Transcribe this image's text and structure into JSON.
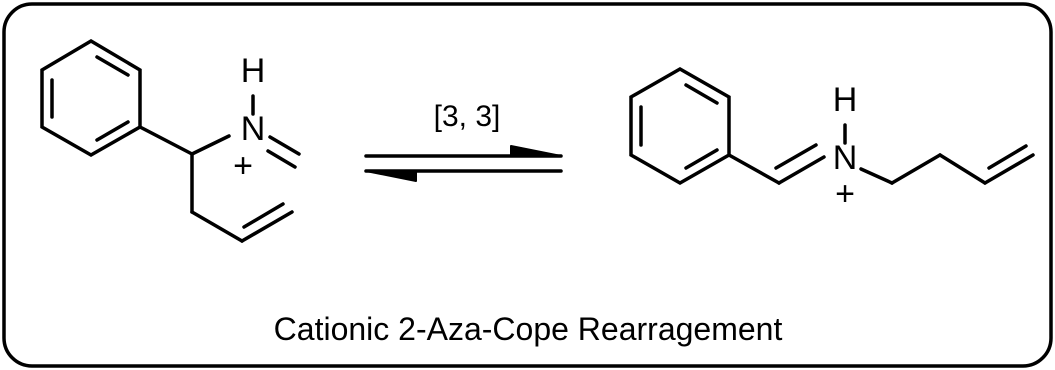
{
  "reactant": {
    "h_label": "H",
    "n_label": "N",
    "charge": "+"
  },
  "reaction": {
    "condition": "[3, 3]"
  },
  "product": {
    "h_label": "H",
    "n_label": "N",
    "charge": "+"
  },
  "caption": "Cationic 2-Aza-Cope Rearragement",
  "colors": {
    "ink": "#000000",
    "background": "#ffffff"
  }
}
